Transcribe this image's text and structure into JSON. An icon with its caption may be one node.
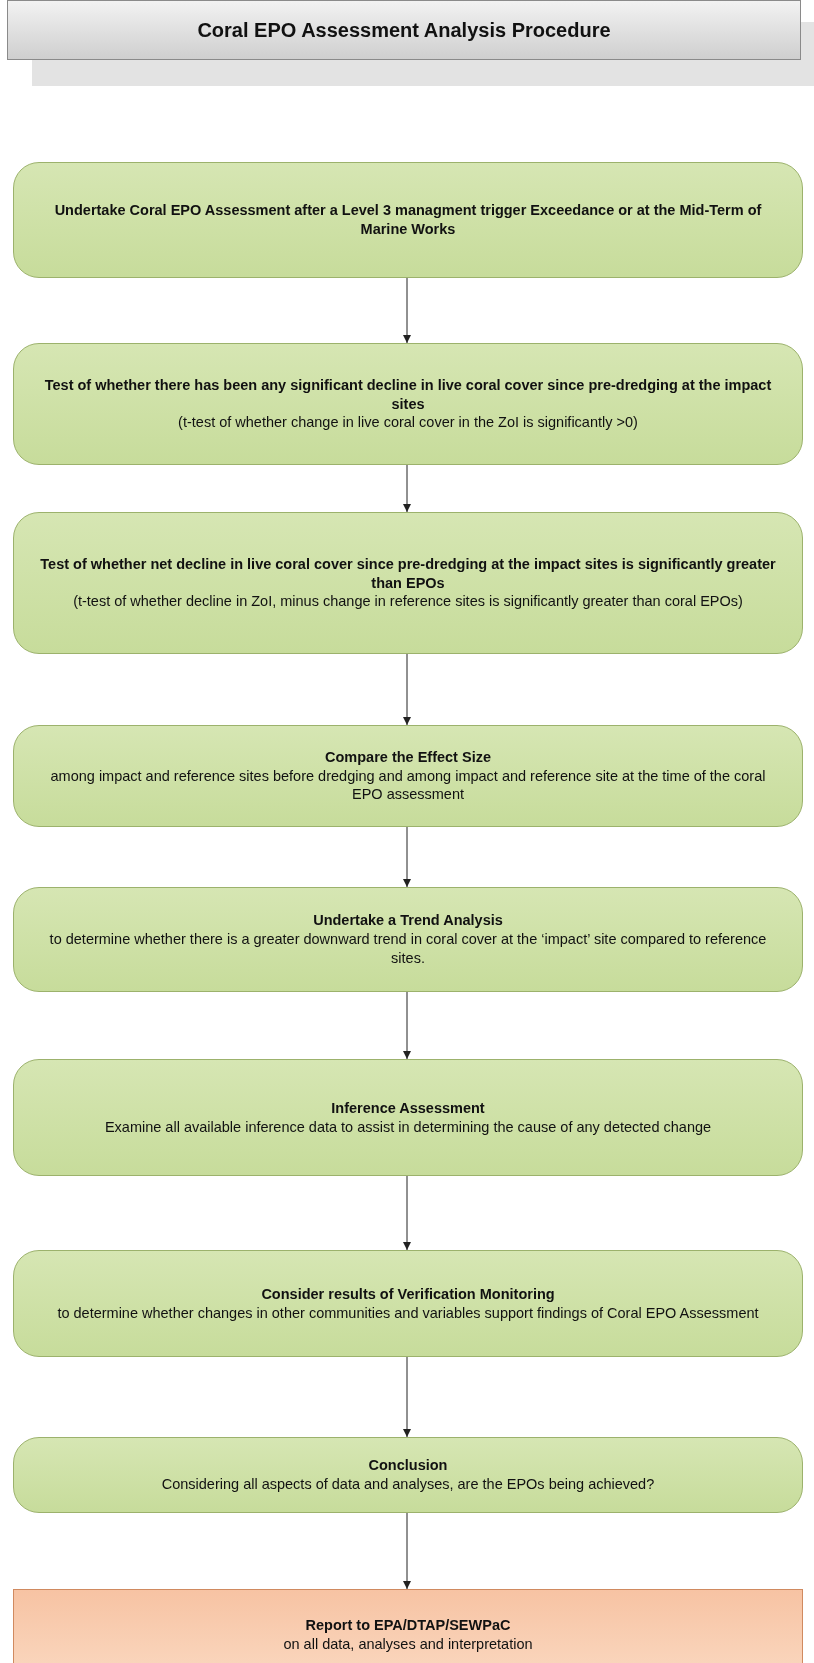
{
  "diagram": {
    "title": "Coral EPO Assessment Analysis Procedure",
    "nodes": [
      {
        "text": [
          "Undertake Coral EPO Assessment after a Level 3 managment trigger Exceedance or at the Mid-Term of Marine Works"
        ]
      },
      {
        "text": [
          "Test of whether there has been any significant decline in live coral cover since pre-dredging at the impact sites",
          "(t-test of whether change in live coral cover in the ZoI is significantly >0)"
        ]
      },
      {
        "text": [
          "Test of whether net decline in live coral cover since pre-dredging at the impact sites is significantly greater than EPOs",
          "(t-test of whether decline in ZoI, minus change in reference sites is significantly greater than coral  EPOs)"
        ]
      },
      {
        "text": [
          "Compare the Effect Size",
          "among impact and reference sites before dredging and among impact and reference site at the time of the coral EPO assessment"
        ]
      },
      {
        "text": [
          "Undertake a Trend Analysis",
          "to determine whether there is a greater downward trend in coral cover at the ‘impact’ site compared to reference sites."
        ]
      },
      {
        "text": [
          "Inference Assessment",
          "Examine all available inference data to assist in determining the cause of any detected change"
        ]
      },
      {
        "text": [
          "Consider results of Verification Monitoring",
          "to determine whether changes in other communities and variables support findings of Coral EPO Assessment"
        ]
      },
      {
        "text": [
          "Conclusion",
          "Considering all aspects of data and analyses, are the EPOs being achieved?"
        ]
      },
      {
        "text": [
          "Report to EPA/DTAP/SEWPaC",
          "on all data, analyses and interpretation"
        ]
      }
    ],
    "edges": [
      {
        "from": 0,
        "to": 1,
        "arrow": "to"
      },
      {
        "from": 1,
        "to": 2,
        "arrow": "to"
      },
      {
        "from": 2,
        "to": 3,
        "arrow": "to"
      },
      {
        "from": 3,
        "to": 4,
        "arrow": "to"
      },
      {
        "from": 4,
        "to": 5,
        "arrow": "to"
      },
      {
        "from": 5,
        "to": 6,
        "arrow": "to"
      },
      {
        "from": 6,
        "to": 7,
        "arrow": "to"
      },
      {
        "from": 7,
        "to": 8,
        "arrow": "to"
      }
    ]
  }
}
